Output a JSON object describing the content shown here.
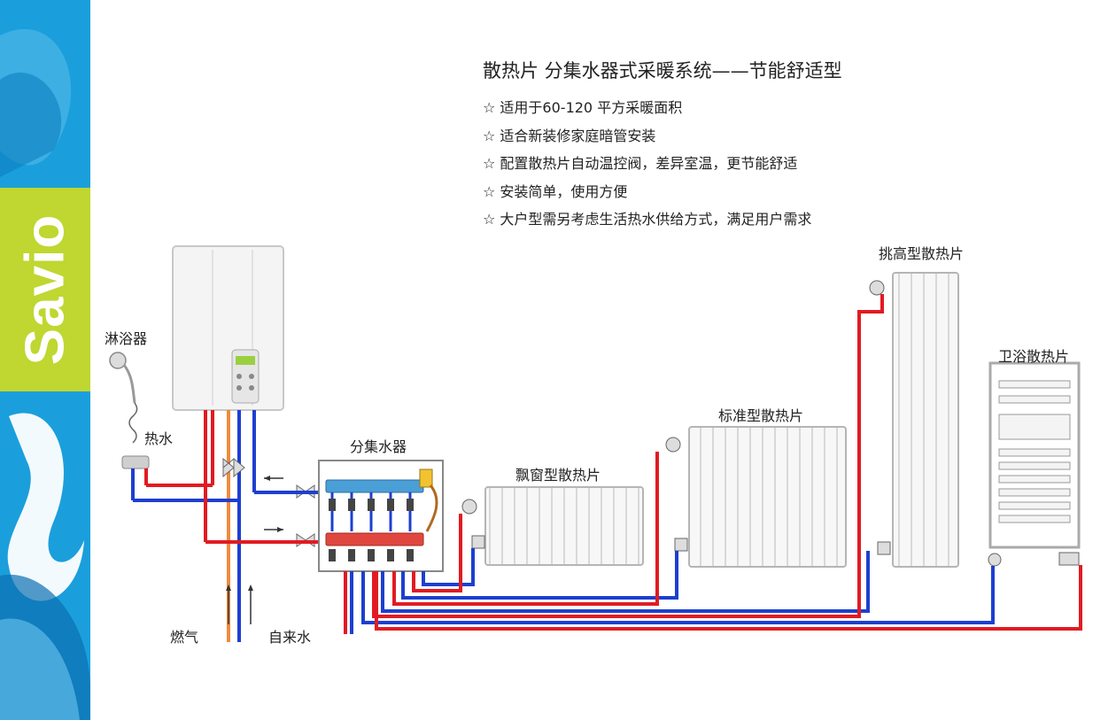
{
  "brand": {
    "name": "Savio"
  },
  "title": "散热片 分集水器式采暖系统——节能舒适型",
  "features": [
    "☆ 适用于60-120 平方采暖面积",
    "☆ 适合新装修家庭暗管安装",
    "☆ 配置散热片自动温控阀，差异室温，更节能舒适",
    "☆ 安装简单，使用方便",
    "☆ 大户型需另考虑生活热水供给方式，满足用户需求"
  ],
  "labels": {
    "shower": "淋浴器",
    "hot_water": "热水",
    "gas": "燃气",
    "tap_water": "自来水",
    "manifold": "分集水器",
    "bay_window_radiator": "飘窗型散热片",
    "standard_radiator": "标准型散热片",
    "tall_radiator": "挑高型散热片",
    "bathroom_radiator": "卫浴散热片"
  },
  "colors": {
    "sidebar": "#1a9fdc",
    "brand_band": "#bfd730",
    "supply_pipe": "#e11b22",
    "return_pipe": "#1d3fd0",
    "gas_pipe": "#f08a3c"
  }
}
